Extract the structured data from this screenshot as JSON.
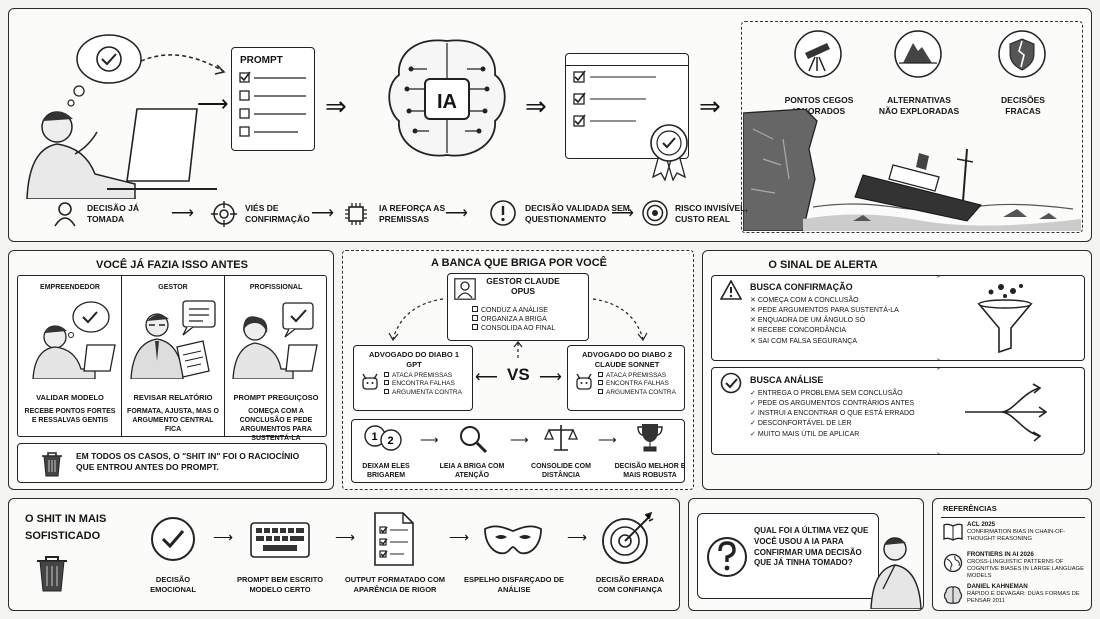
{
  "top": {
    "prompt_title": "PROMPT",
    "ai_label": "IA",
    "outcomes": [
      "PONTOS CEGOS IGNORADOS",
      "ALTERNATIVAS NÃO EXPLORADAS",
      "DECISÕES FRACAS"
    ],
    "flow": [
      "DECISÃO JÁ TOMADA",
      "VIÉS DE CONFIRMAÇÃO",
      "IA REFORÇA AS PREMISSAS",
      "DECISÃO VALIDADA SEM QUESTIONAMENTO",
      "RISCO INVISÍVEL, CUSTO REAL"
    ]
  },
  "before": {
    "title": "VOCÊ JÁ FAZIA ISSO ANTES",
    "columns": [
      {
        "role": "EMPREENDEDOR",
        "action": "VALIDAR MODELO",
        "desc": "RECEBE PONTOS FORTES E RESSALVAS GENTIS"
      },
      {
        "role": "GESTOR",
        "action": "REVISAR RELATÓRIO",
        "desc": "FORMATA, AJUSTA, MAS O ARGUMENTO CENTRAL FICA"
      },
      {
        "role": "PROFISSIONAL",
        "action": "PROMPT PREGUIÇOSO",
        "desc": "COMEÇA COM A CONCLUSÃO E PEDE ARGUMENTOS PARA SUSTENTÁ-LA"
      }
    ],
    "footer": "EM TODOS OS CASOS, O \"SHIT IN\" FOI O RACIOCÍNIO QUE ENTROU ANTES DO PROMPT."
  },
  "banca": {
    "title": "A BANCA QUE BRIGA POR VOCÊ",
    "gestor_title": "GESTOR CLAUDE OPUS",
    "gestor_items": [
      "CONDUZ A ANÁLISE",
      "ORGANIZA A BRIGA",
      "CONSOLIDA AO FINAL"
    ],
    "adv1_title": "ADVOGADO DO DIABO 1",
    "adv1_model": "GPT",
    "adv2_title": "ADVOGADO DO DIABO 2",
    "adv2_model": "CLAUDE SONNET",
    "adv_items": [
      "ATACA PREMISSAS",
      "ENCONTRA FALHAS",
      "ARGUMENTA CONTRA"
    ],
    "vs": "VS",
    "steps": [
      "DEIXAM ELES BRIGAREM",
      "LEIA A BRIGA COM ATENÇÃO",
      "CONSOLIDE COM DISTÂNCIA",
      "DECISÃO MELHOR E MAIS ROBUSTA"
    ]
  },
  "alert": {
    "title": "O SINAL DE ALERTA",
    "confirm_title": "BUSCA CONFIRMAÇÃO",
    "confirm_items": [
      "COMEÇA COM A CONCLUSÃO",
      "PEDE ARGUMENTOS PARA SUSTENTÁ-LA",
      "ENQUADRA DE UM ÂNGULO SÓ",
      "RECEBE CONCORDÂNCIA",
      "SAI COM FALSA SEGURANÇA"
    ],
    "analysis_title": "BUSCA ANÁLISE",
    "analysis_items": [
      "ENTREGA O PROBLEMA SEM CONCLUSÃO",
      "PEDE OS ARGUMENTOS CONTRÁRIOS ANTES",
      "INSTRUI A ENCONTRAR O QUE ESTÁ ERRADO",
      "DESCONFORTÁVEL DE LER",
      "MUITO MAIS ÚTIL DE APLICAR"
    ]
  },
  "shit": {
    "title": "O SHIT IN MAIS SOFISTICADO",
    "steps": [
      "DECISÃO EMOCIONAL",
      "PROMPT BEM ESCRITO MODELO CERTO",
      "OUTPUT FORMATADO COM APARÊNCIA DE RIGOR",
      "ESPELHO DISFARÇADO DE ANÁLISE",
      "DECISÃO ERRADA COM CONFIANÇA"
    ]
  },
  "question": {
    "text": "QUAL FOI A ÚLTIMA VEZ QUE VOCÊ USOU A IA PARA CONFIRMAR UMA DECISÃO QUE JÁ TINHA TOMADO?"
  },
  "refs": {
    "title": "REFERÊNCIAS",
    "items": [
      {
        "name": "ACL 2025",
        "desc": "CONFIRMATION BIAS IN CHAIN-OF-THOUGHT REASONING"
      },
      {
        "name": "FRONTIERS IN AI 2026",
        "desc": "CROSS-LINGUISTIC PATTERNS OF COGNITIVE BIASES IN LARGE LANGUAGE MODELS"
      },
      {
        "name": "DANIEL KAHNEMAN",
        "desc": "RÁPIDO E DEVAGAR: DUAS FORMAS DE PENSAR 2011"
      }
    ]
  }
}
